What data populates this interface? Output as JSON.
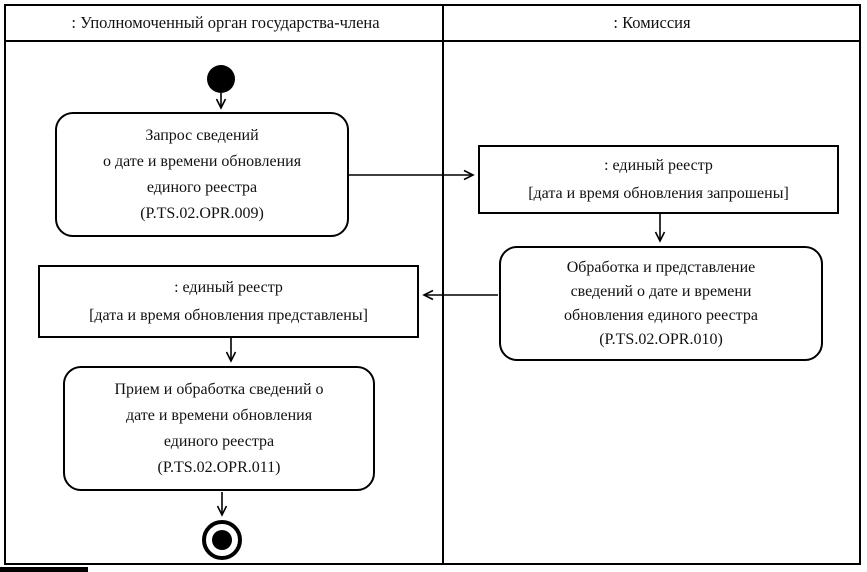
{
  "lanes": {
    "left_title": ": Уполномоченный орган государства-члена",
    "right_title": ": Комиссия"
  },
  "nodes": {
    "a009": {
      "lines": [
        "Запрос сведений",
        "о дате и времени обновления",
        "единого реестра",
        "(P.TS.02.OPR.009)"
      ]
    },
    "objReq": {
      "name": ": единый реестр",
      "state": "[дата и время обновления запрошены]"
    },
    "a010": {
      "lines": [
        "Обработка и представление",
        "сведений о дате и времени",
        "обновления единого реестра",
        "(P.TS.02.OPR.010)"
      ]
    },
    "objProv": {
      "name": ": единый реестр",
      "state": "[дата и время обновления представлены]"
    },
    "a011": {
      "lines": [
        "Прием и обработка сведений о",
        "дате и времени обновления",
        "единого реестра",
        "(P.TS.02.OPR.011)"
      ]
    }
  },
  "colors": {
    "line": "#000000",
    "background": "#ffffff",
    "text": "#111111"
  }
}
